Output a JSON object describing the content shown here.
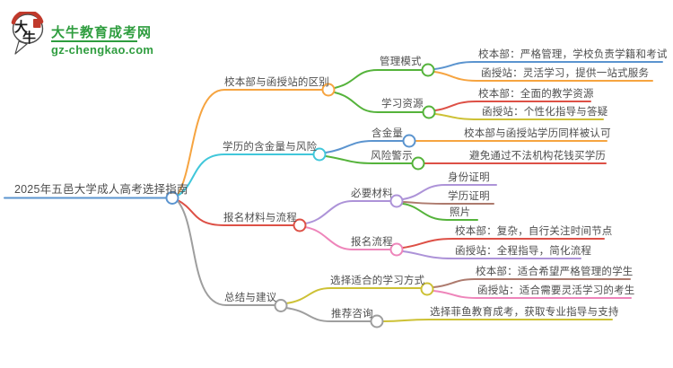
{
  "palette": {
    "blue": "#5b94cf",
    "orange": "#f6a440",
    "cyan": "#41c7da",
    "red": "#dd5046",
    "green": "#55b33b",
    "gray": "#9e9e9e",
    "purple": "#ad93d8",
    "pink": "#ee85ba",
    "brown": "#ad7a6d",
    "yellow": "#cdc135",
    "text": "#4e4e4e",
    "brand": "#2f9d3f",
    "seal": "#c0392b"
  },
  "logo": {
    "bubble_char_top": "大",
    "bubble_char_bottom": "牛",
    "site_name": "大牛教育成考网",
    "site_url": "gz-chengkao.com"
  },
  "mindmap": {
    "root": {
      "label": "2025年五邑大学成人高考选择指南"
    },
    "branches": [
      {
        "label": "校本部与函授站的区别",
        "children": [
          {
            "label": "管理模式",
            "children": [
              {
                "label": "校本部：严格管理，学校负责学籍和考试"
              },
              {
                "label": "函授站：灵活学习，提供一站式服务"
              }
            ]
          },
          {
            "label": "学习资源",
            "children": [
              {
                "label": "校本部：全面的教学资源"
              },
              {
                "label": "函授站：个性化指导与答疑"
              }
            ]
          }
        ]
      },
      {
        "label": "学历的含金量与风险",
        "children": [
          {
            "label": "含金量",
            "children": [
              {
                "label": "校本部与函授站学历同样被认可"
              }
            ]
          },
          {
            "label": "风险警示",
            "children": [
              {
                "label": "避免通过不法机构花钱买学历"
              }
            ]
          }
        ]
      },
      {
        "label": "报名材料与流程",
        "children": [
          {
            "label": "必要材料",
            "children": [
              {
                "label": "身份证明"
              },
              {
                "label": "学历证明"
              },
              {
                "label": "照片"
              }
            ]
          },
          {
            "label": "报名流程",
            "children": [
              {
                "label": "校本部：复杂，自行关注时间节点"
              },
              {
                "label": "函授站：全程指导，简化流程"
              }
            ]
          }
        ]
      },
      {
        "label": "总结与建议",
        "children": [
          {
            "label": "选择适合的学习方式",
            "children": [
              {
                "label": "校本部：适合希望严格管理的学生"
              },
              {
                "label": "函授站：适合需要灵活学习的考生"
              }
            ]
          },
          {
            "label": "推荐咨询",
            "children": [
              {
                "label": "选择菲鱼教育成考，获取专业指导与支持"
              }
            ]
          }
        ]
      }
    ]
  }
}
